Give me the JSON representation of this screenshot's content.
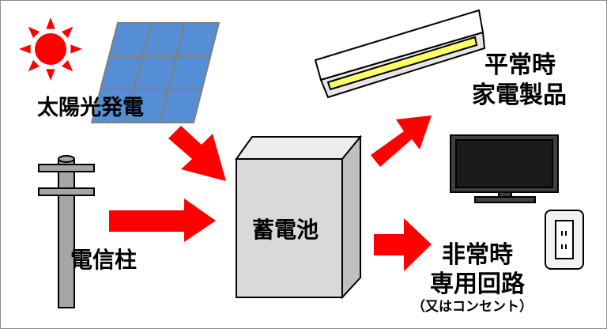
{
  "labels": {
    "solar": "太陽光発電",
    "pole": "電信柱",
    "battery": "蓄電池",
    "normal_line1": "平常時",
    "normal_line2": "家電製品",
    "emergency_line1": "非常時",
    "emergency_line2": "専用回路",
    "emergency_note": "（又はコンセント）"
  },
  "colors": {
    "arrow": "#ff0000",
    "sun": "#ff0000",
    "panel": "#558ed5",
    "battery": "#d9d9d9",
    "light_tube": "#ffff66"
  }
}
